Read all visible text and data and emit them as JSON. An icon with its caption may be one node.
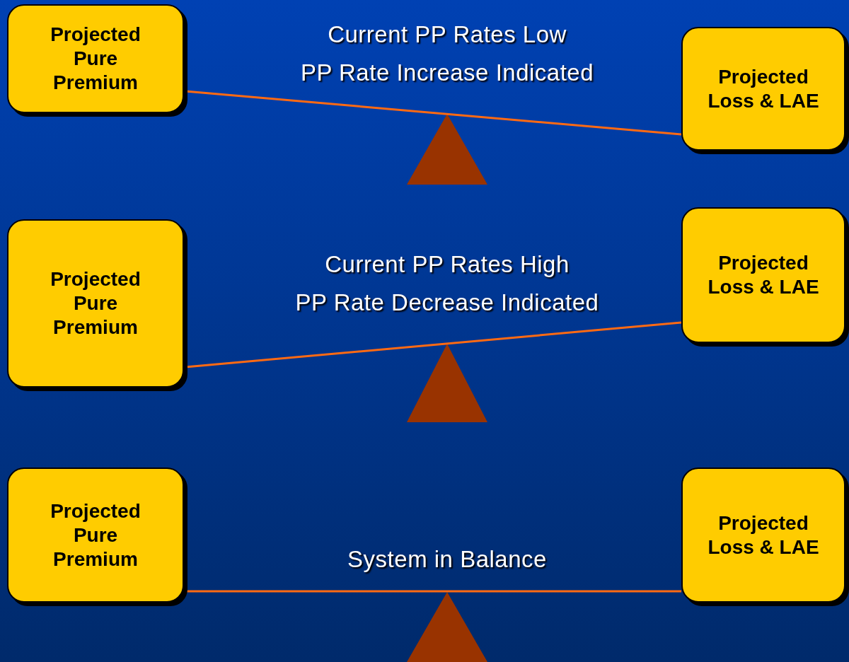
{
  "diagram": {
    "nodes": [
      {
        "text": [
          "Projected Pure Premium"
        ]
      },
      {
        "text": [
          "Projected Loss & LAE"
        ]
      },
      {
        "text": [],
        "shape": "triangle"
      },
      {
        "text": [
          "Projected Pure Premium"
        ]
      },
      {
        "text": [
          "Projected Loss & LAE"
        ]
      },
      {
        "text": [],
        "shape": "triangle"
      },
      {
        "text": [
          "Projected Pure Premium"
        ]
      },
      {
        "text": [
          "Projected Loss & LAE"
        ]
      },
      {
        "text": [],
        "shape": "triangle"
      }
    ],
    "edges": [
      {
        "from": 0,
        "to": 1,
        "arrow": "none"
      },
      {
        "from": 3,
        "to": 4,
        "arrow": "none"
      },
      {
        "from": 6,
        "to": 7,
        "arrow": "none"
      }
    ],
    "labels": [
      "Current PP Rates Low",
      "PP Rate Increase Indicated",
      "Current PP Rates High",
      "PP Rate Decrease Indicated",
      "System in Balance"
    ]
  }
}
